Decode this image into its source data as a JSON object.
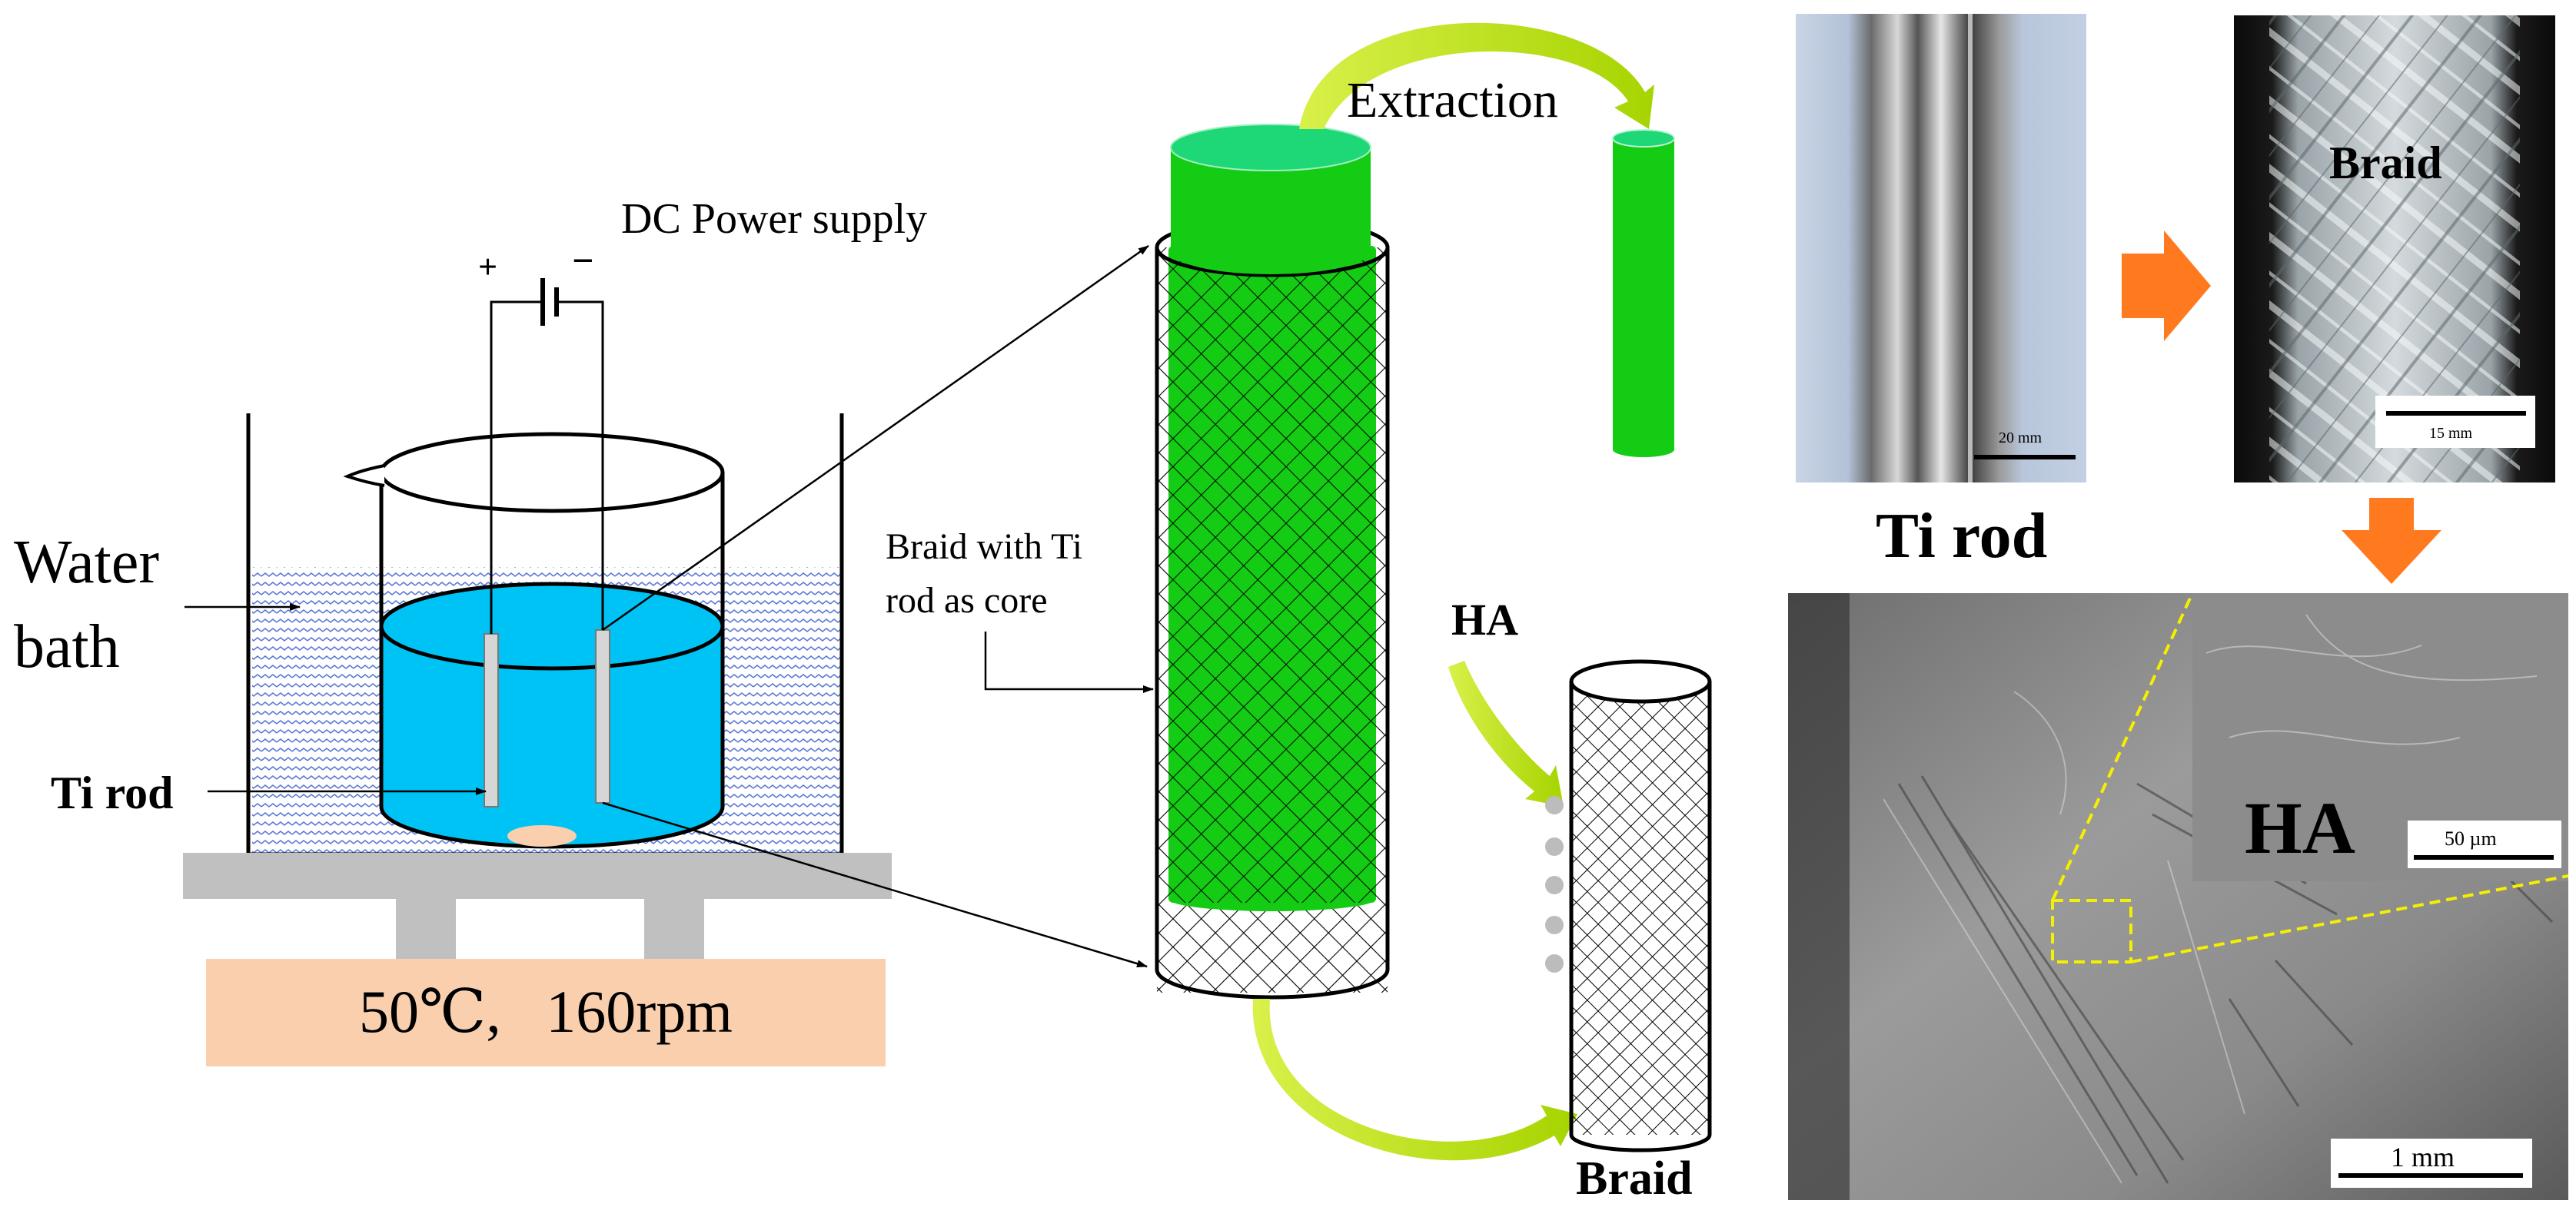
{
  "apparatus": {
    "water_bath_label_line1": "Water",
    "water_bath_label_line2": "bath",
    "power_supply_label": "DC Power supply",
    "plus_sign": "+",
    "minus_sign": "−",
    "ti_rod_label": "Ti rod",
    "conditions_label": "50℃,   160rpm"
  },
  "process": {
    "extraction_label": "Extraction",
    "braid_core_line1": "Braid with Ti",
    "braid_core_line2": "rod as core",
    "ha_label": "HA",
    "braid_label": "Braid"
  },
  "photos": {
    "ti_rod_caption": "Ti rod",
    "ti_rod_scale": "20 mm",
    "braid_overlay": "Braid",
    "braid_scale": "15 mm",
    "sem_ha_label": "HA",
    "sem_inset_scale": "50 µm",
    "sem_scale": "1 mm"
  },
  "colors": {
    "water": "#00c3f5",
    "wave": "#5b78d6",
    "braid_green": "#14cc14",
    "cap_green": "#1ed878",
    "hotplate": "#f9cfae",
    "stand": "#c0c0c0",
    "arrow_orange": "#ff7a1e",
    "arrow_lime": "#b8e000",
    "dashed_yellow": "#f5ef00"
  }
}
